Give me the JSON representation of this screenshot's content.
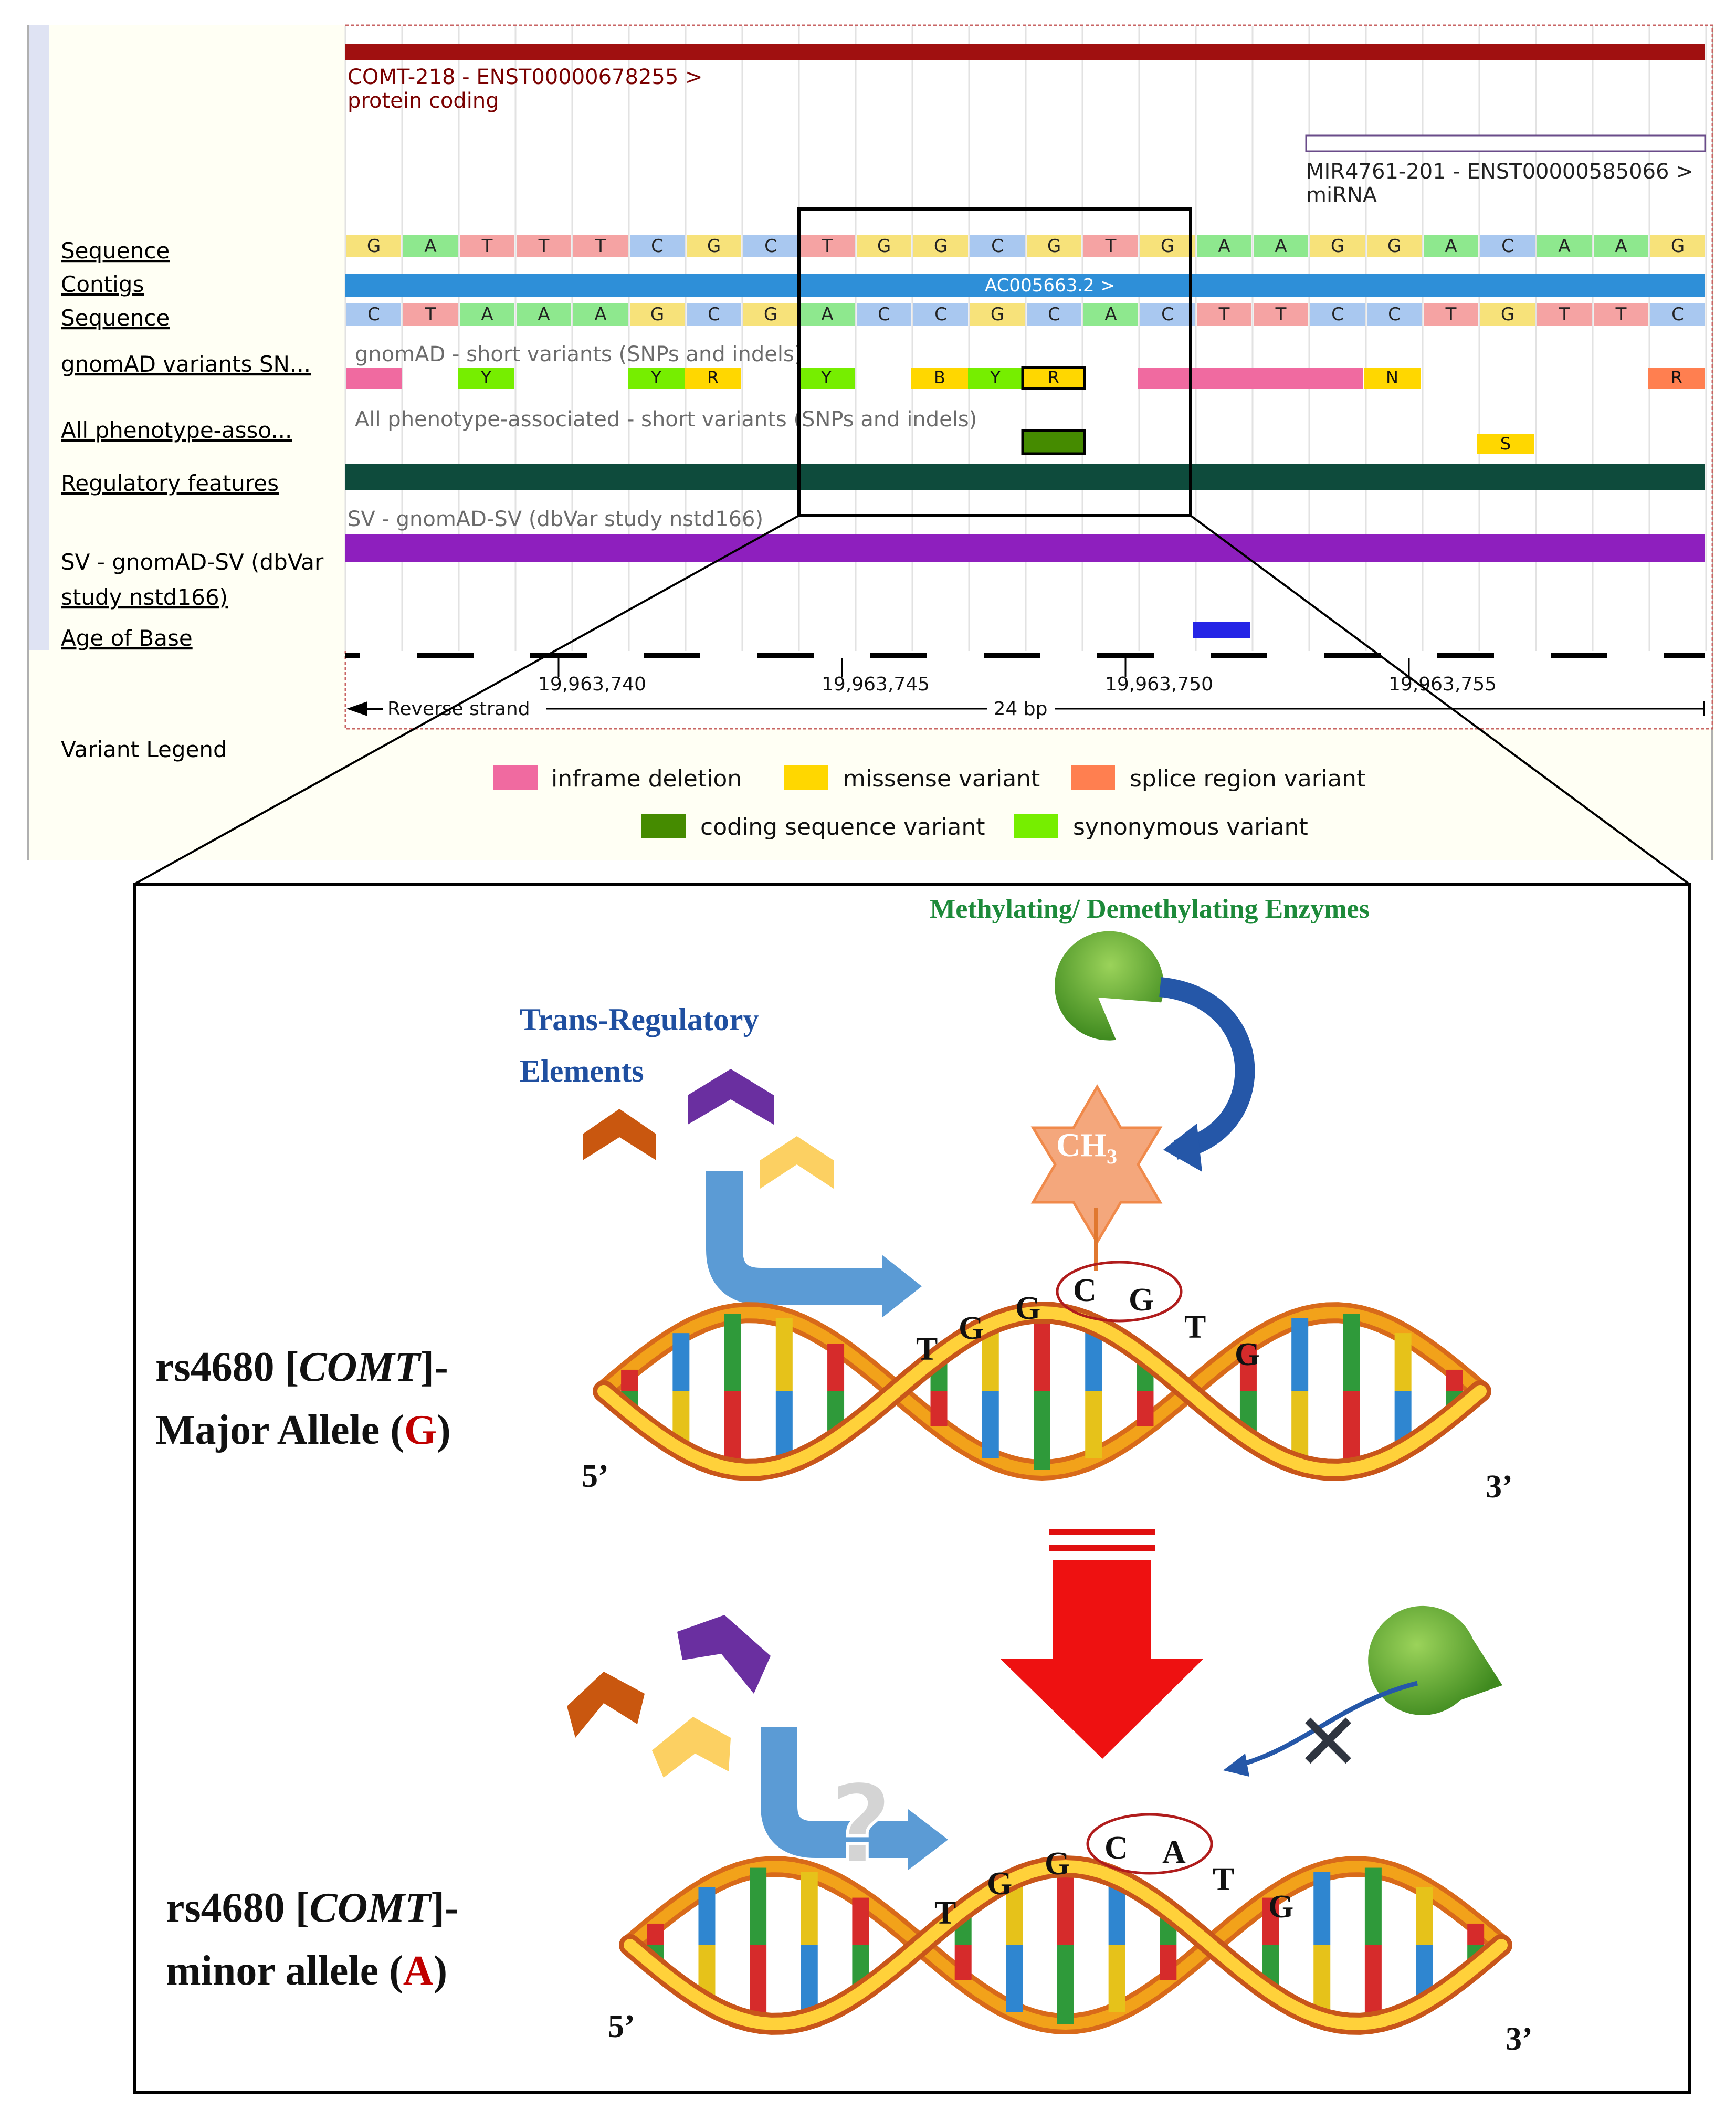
{
  "browser": {
    "transcripts": [
      {
        "name": "COMT-218 - ENST00000678255 >",
        "biotype": "protein coding"
      },
      {
        "name": "MIR4761-201 - ENST00000585066 >",
        "biotype": "miRNA"
      }
    ],
    "track_labels": {
      "sequence_fwd": "Sequence",
      "contigs": "Contigs",
      "sequence_rev": "Sequence",
      "gnomad": "gnomAD variants SN...",
      "phenotype": "All phenotype-asso...",
      "regulatory": "Regulatory features",
      "sv_line1": "SV - gnomAD-SV (dbVar",
      "sv_line2": "study nstd166)",
      "age": "Age of Base",
      "variant_legend": "Variant Legend"
    },
    "forward_sequence": [
      "G",
      "A",
      "T",
      "T",
      "T",
      "C",
      "G",
      "C",
      "T",
      "G",
      "G",
      "C",
      "G",
      "T",
      "G",
      "A",
      "A",
      "G",
      "G",
      "A",
      "C",
      "A",
      "A",
      "G"
    ],
    "reverse_sequence": [
      "C",
      "T",
      "A",
      "A",
      "A",
      "G",
      "C",
      "G",
      "A",
      "C",
      "C",
      "G",
      "C",
      "A",
      "C",
      "T",
      "T",
      "C",
      "C",
      "T",
      "G",
      "T",
      "T",
      "C"
    ],
    "contig_label": "AC005663.2 >",
    "gnomad_caption": "gnomAD - short variants (SNPs and indels)",
    "phenotype_caption": "All phenotype-associated - short variants (SNPs and indels)",
    "sv_caption": "SV - gnomAD-SV (dbVar study nstd166)",
    "gnomad_variant_codes": [
      "Y",
      "Y",
      "R",
      "Y",
      "B",
      "Y",
      "R",
      "N",
      "R"
    ],
    "phenotype_variant_code": "S",
    "coordinates": [
      "19,963,740",
      "19,963,745",
      "19,963,750",
      "19,963,755"
    ],
    "strand_label": "Reverse strand",
    "span_label": "24 bp",
    "legend": [
      {
        "label": "inframe deletion",
        "color": "#f06aa0"
      },
      {
        "label": "missense variant",
        "color": "#ffd700"
      },
      {
        "label": "splice region variant",
        "color": "#ff7f50"
      },
      {
        "label": "coding sequence variant",
        "color": "#458b00"
      },
      {
        "label": "synonymous variant",
        "color": "#76ee00"
      }
    ]
  },
  "diagram": {
    "enzymes_label": "Methylating/ Demethylating Enzymes",
    "trans_label_line1": "Trans-Regulatory",
    "trans_label_line2": "Elements",
    "methyl_label": "CH",
    "methyl_subscript": "3",
    "major_allele": {
      "prefix": "rs4680 [",
      "gene": "COMT",
      "suffix": "]-",
      "line2": "Major Allele (",
      "allele": "G",
      "close": ")"
    },
    "minor_allele": {
      "prefix": "rs4680 [",
      "gene": "COMT",
      "suffix": "]-",
      "line2": "minor allele (",
      "allele": "A",
      "close": ")"
    },
    "top_strand_bases": [
      "T",
      "G",
      "G",
      "C",
      "G",
      "T",
      "G"
    ],
    "bottom_strand_bases": [
      "T",
      "G",
      "G",
      "C",
      "A",
      "T",
      "G"
    ],
    "question_mark": "?",
    "block_mark": "✕",
    "five_prime": "5’",
    "three_prime": "3’"
  }
}
